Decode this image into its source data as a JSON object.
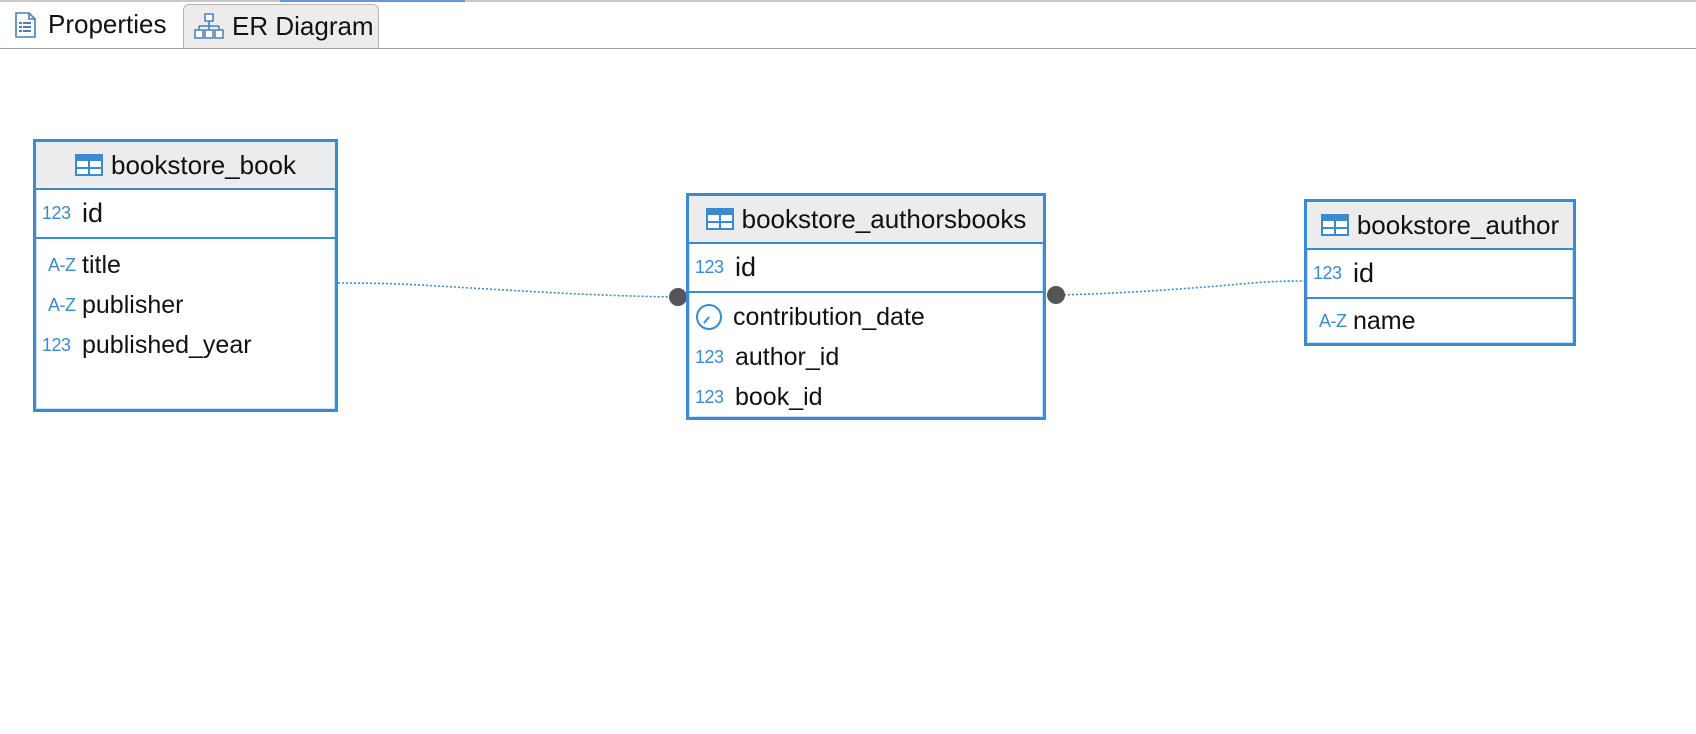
{
  "tabs": [
    {
      "label": "Properties",
      "icon": "properties-icon",
      "active": false
    },
    {
      "label": "ER Diagram",
      "icon": "er-diagram-icon",
      "active": true
    }
  ],
  "colors": {
    "accent": "#3a8bcf",
    "header_bg": "#ececec",
    "connector_dot": "#555555"
  },
  "entities": {
    "book": {
      "name": "bookstore_book",
      "pk": {
        "name": "id",
        "type_badge": "123"
      },
      "columns": [
        {
          "name": "title",
          "type_badge": "A-Z"
        },
        {
          "name": "publisher",
          "type_badge": "A-Z"
        },
        {
          "name": "published_year",
          "type_badge": "123"
        }
      ]
    },
    "authorsbooks": {
      "name": "bookstore_authorsbooks",
      "pk": {
        "name": "id",
        "type_badge": "123"
      },
      "columns": [
        {
          "name": "contribution_date",
          "type_badge": "clock"
        },
        {
          "name": "author_id",
          "type_badge": "123"
        },
        {
          "name": "book_id",
          "type_badge": "123"
        }
      ]
    },
    "author": {
      "name": "bookstore_author",
      "pk": {
        "name": "id",
        "type_badge": "123"
      },
      "columns": [
        {
          "name": "name",
          "type_badge": "A-Z"
        }
      ]
    }
  },
  "relationships": [
    {
      "from": "bookstore_authorsbooks",
      "to": "bookstore_book"
    },
    {
      "from": "bookstore_authorsbooks",
      "to": "bookstore_author"
    }
  ]
}
